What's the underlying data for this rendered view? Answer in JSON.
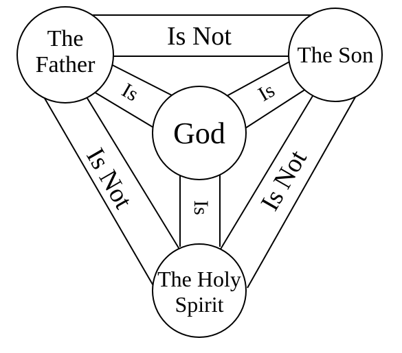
{
  "colors": {
    "stroke": "#000000",
    "background": "#ffffff"
  },
  "nodes": {
    "father": {
      "line1": "The",
      "line2": "Father"
    },
    "son": {
      "label": "The Son"
    },
    "spirit": {
      "line1": "The Holy",
      "line2": "Spirit"
    },
    "god": {
      "label": "God"
    }
  },
  "relations": {
    "father_son": "Is Not",
    "father_spirit": "Is Not",
    "son_spirit": "Is Not",
    "father_god": "Is",
    "son_god": "Is",
    "spirit_god": "Is"
  }
}
